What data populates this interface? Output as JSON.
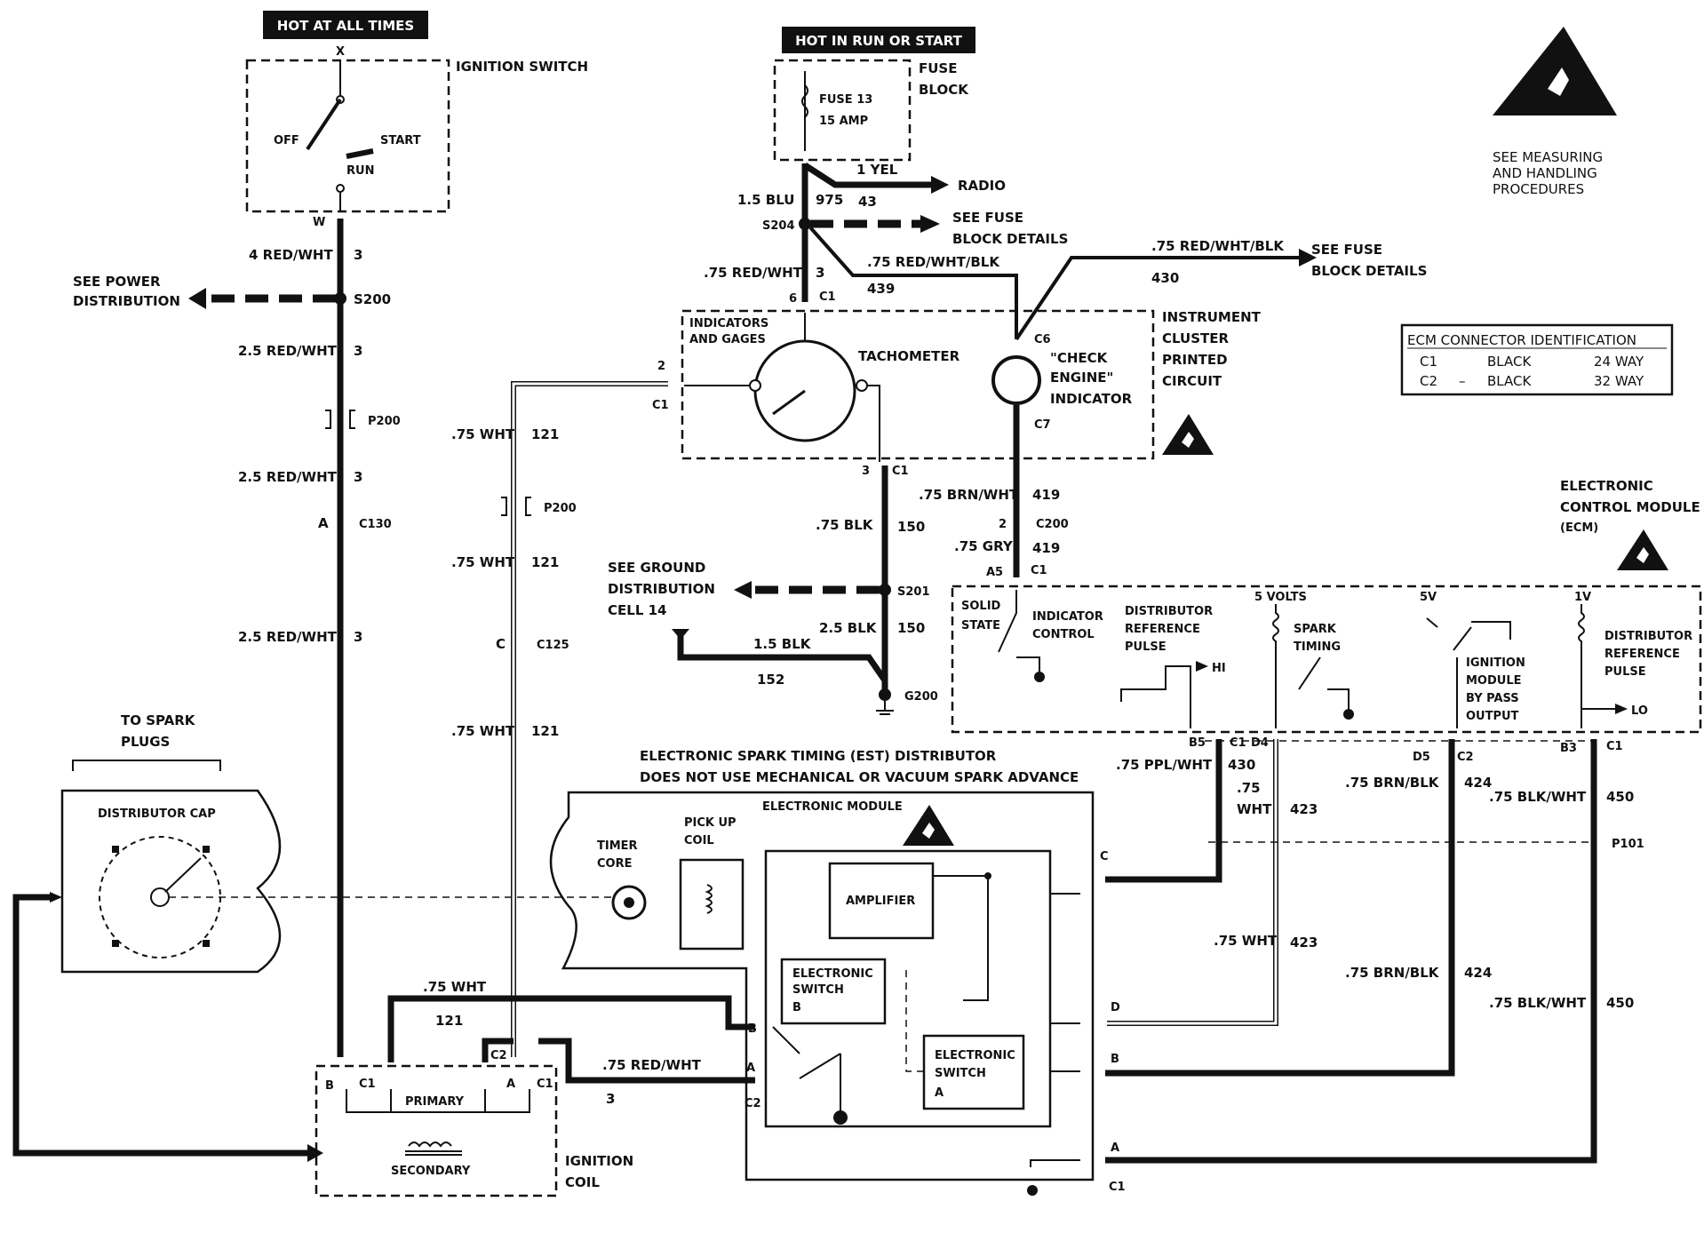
{
  "headers": {
    "hot_at_all_times": "HOT AT ALL TIMES",
    "hot_in_run_or_start": "HOT IN RUN OR START"
  },
  "ignition_switch": {
    "title": "IGNITION SWITCH",
    "off": "OFF",
    "start": "START",
    "run": "RUN",
    "x": "X",
    "w": "W"
  },
  "fuse_block": {
    "title1": "FUSE",
    "title2": "BLOCK",
    "fuse": "FUSE 13",
    "amp": "15 AMP"
  },
  "warning": {
    "line1": "SEE MEASURING",
    "line2": "AND HANDLING",
    "line3": "PROCEDURES"
  },
  "ecm_id": {
    "title": "ECM CONNECTOR IDENTIFICATION",
    "rows": [
      {
        "conn": "C1",
        "dash": "",
        "color": "BLACK",
        "ways": "24 WAY"
      },
      {
        "conn": "C2",
        "dash": "–",
        "color": "BLACK",
        "ways": "32 WAY"
      }
    ]
  },
  "left_labels": {
    "see_power1": "SEE POWER",
    "see_power2": "DISTRIBUTION",
    "w1": "4 RED/WHT",
    "c1": "3",
    "s200": "S200",
    "w2": "2.5 RED/WHT",
    "c2": "3",
    "p200": "P200",
    "w3": "2.5 RED/WHT",
    "c3": "3",
    "a": "A",
    "c130": "C130",
    "w4": "2.5 RED/WHT",
    "c4": "3",
    "spark1": "TO SPARK",
    "spark2": "PLUGS",
    "dist_cap": "DISTRIBUTOR CAP"
  },
  "white_wire": {
    "w1": ".75 WHT",
    "c1": "121",
    "p200": "P200",
    "w2": ".75 WHT",
    "c2": "121",
    "c": "C",
    "c125": "C125",
    "w3": ".75 WHT",
    "c3": "121",
    "pin2": "2",
    "c1conn": "C1"
  },
  "fuse_out": {
    "yel": "1 YEL",
    "radio": "RADIO",
    "blu": "1.5 BLU",
    "c975": "975",
    "c43": "43",
    "s204": "S204",
    "see_fuse1": "SEE FUSE",
    "see_fuse2": "BLOCK DETAILS",
    "rw": ".75 RED/WHT",
    "rw_c": "3",
    "rwb": ".75 RED/WHT/BLK",
    "c439": "439",
    "rwb2": ".75 RED/WHT/BLK",
    "c430": "430",
    "see_fuse3": "SEE FUSE",
    "see_fuse4": "BLOCK DETAILS",
    "pin6": "6",
    "c1": "C1"
  },
  "cluster": {
    "ind_gages1": "INDICATORS",
    "ind_gages2": "AND GAGES",
    "tach": "TACHOMETER",
    "c6": "C6",
    "check1": "\"CHECK",
    "check2": "ENGINE\"",
    "check3": "INDICATOR",
    "c7": "C7",
    "title1": "INSTRUMENT",
    "title2": "CLUSTER",
    "title3": "PRINTED",
    "title4": "CIRCUIT",
    "pin3": "3",
    "c1": "C1"
  },
  "ground": {
    "blk": ".75 BLK",
    "c150": "150",
    "see1": "SEE GROUND",
    "see2": "DISTRIBUTION",
    "see3": "CELL 14",
    "s201": "S201",
    "blk2": "2.5 BLK",
    "c150b": "150",
    "blk3": "1.5 BLK",
    "c152": "152",
    "g200": "G200"
  },
  "check_wire": {
    "brn": ".75 BRN/WHT",
    "c419": "419",
    "pin2": "2",
    "c200": "C200",
    "gry": ".75 GRY",
    "c419b": "419",
    "a5": "A5",
    "c1": "C1"
  },
  "ecm": {
    "title1": "ELECTRONIC",
    "title2": "CONTROL MODULE",
    "title3": "(ECM)",
    "solid1": "SOLID",
    "solid2": "STATE",
    "ind1": "INDICATOR",
    "ind2": "CONTROL",
    "drp1": "DISTRIBUTOR",
    "drp2": "REFERENCE",
    "drp3": "PULSE",
    "hi": "HI",
    "v5": "5 VOLTS",
    "st1": "SPARK",
    "st2": "TIMING",
    "v5b": "5V",
    "im1": "IGNITION",
    "im2": "MODULE",
    "im3": "BY PASS",
    "im4": "OUTPUT",
    "v1": "1V",
    "drl1": "DISTRIBUTOR",
    "drl2": "REFERENCE",
    "drl3": "PULSE",
    "lo": "LO"
  },
  "ecm_pins": {
    "b5": "B5",
    "c1a": "C1",
    "d4": "D4",
    "d5": "D5",
    "c2": "C2",
    "b3": "B3",
    "c1b": "C1",
    "ppl": ".75 PPL/WHT",
    "c430": "430",
    "wht": ".75",
    "wht2": "WHT",
    "c423": "423",
    "brn": ".75 BRN/BLK",
    "c424": "424",
    "bw": ".75 BLK/WHT",
    "c450": "450",
    "p101": "P101",
    "wht3": ".75 WHT",
    "c423b": "423",
    "brn2": ".75 BRN/BLK",
    "c424b": "424",
    "bw2": ".75 BLK/WHT",
    "c450b": "450"
  },
  "distributor": {
    "title1": "ELECTRONIC SPARK TIMING (EST) DISTRIBUTOR",
    "title2": "DOES NOT USE MECHANICAL OR VACUUM SPARK ADVANCE",
    "module": "ELECTRONIC MODULE",
    "timer1": "TIMER",
    "timer2": "CORE",
    "pickup1": "PICK UP",
    "pickup2": "COIL",
    "amp": "AMPLIFIER",
    "esb1": "ELECTRONIC",
    "esb2": "SWITCH",
    "esb3": "B",
    "esa1": "ELECTRONIC",
    "esa2": "SWITCH",
    "esa3": "A",
    "c": "C",
    "d": "D",
    "b": "B",
    "a": "A",
    "c1": "C1",
    "b_in": "B",
    "a_in": "A",
    "c2": "C2"
  },
  "coil": {
    "wht": ".75 WHT",
    "c121": "121",
    "rw": ".75 RED/WHT",
    "c3": "3",
    "b": "B",
    "c1": "C1",
    "c2": "C2",
    "a": "A",
    "c1b": "C1",
    "primary": "PRIMARY",
    "secondary": "SECONDARY",
    "title1": "IGNITION",
    "title2": "COIL"
  }
}
